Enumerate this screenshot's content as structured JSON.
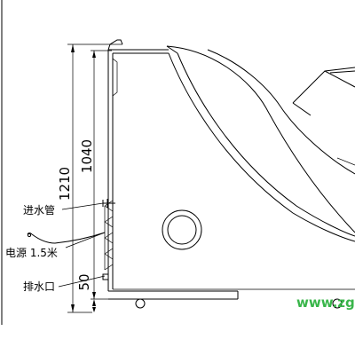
{
  "dimensions": {
    "total_height": "1210",
    "inner_height": "1040",
    "bottom_offset": "50"
  },
  "labels": {
    "water_inlet": "进水管",
    "power_cable": "电源 1.5米",
    "drain_outlet": "排水口"
  },
  "watermark": "www.zg."
}
